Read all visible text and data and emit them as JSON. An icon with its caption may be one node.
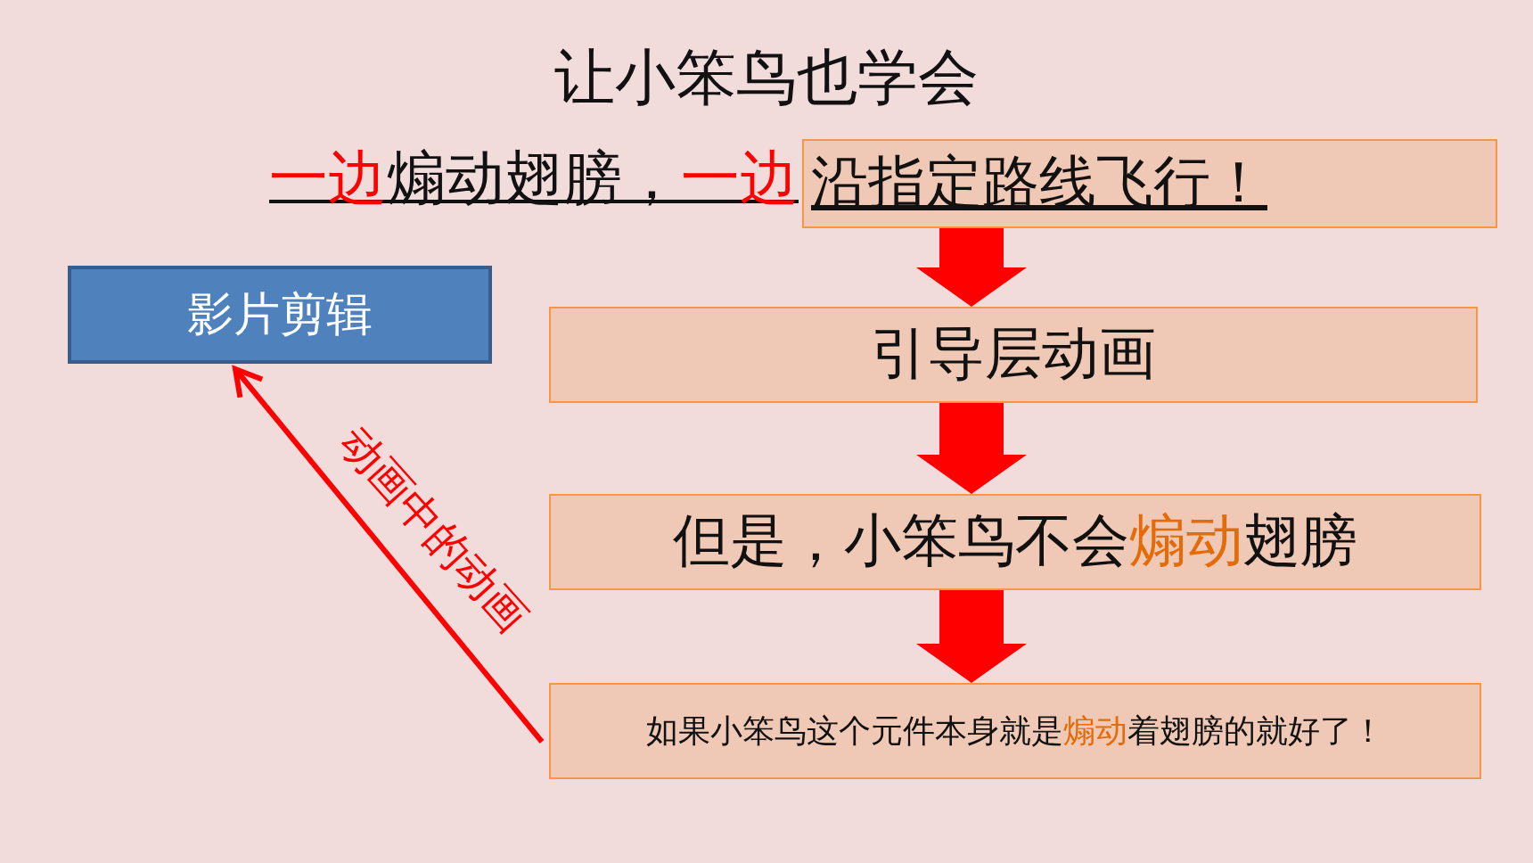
{
  "diagram": {
    "title": "让小笨鸟也学会",
    "nodes": [
      {
        "text": [
          "沿指定路线飞行！"
        ]
      },
      {
        "text": [
          "引导层动画"
        ]
      },
      {
        "text": [
          "但是，小笨鸟不会**煽动**翅膀"
        ]
      },
      {
        "text": [
          "如果小笨鸟这个元件本身就是**煽动**着翅膀的就好了！"
        ]
      },
      {
        "text": [
          "影片剪辑"
        ]
      }
    ],
    "edges": [
      {
        "from": 0,
        "to": 1,
        "arrow": "to",
        "style": "thick"
      },
      {
        "from": 1,
        "to": 2,
        "arrow": "to",
        "style": "thick"
      },
      {
        "from": 2,
        "to": 3,
        "arrow": "to",
        "style": "thick"
      },
      {
        "from": 3,
        "to": 4,
        "arrow": "to",
        "label": "动画中的动画"
      }
    ],
    "labels": [
      "**一边**煽动翅膀，**一边**"
    ]
  }
}
